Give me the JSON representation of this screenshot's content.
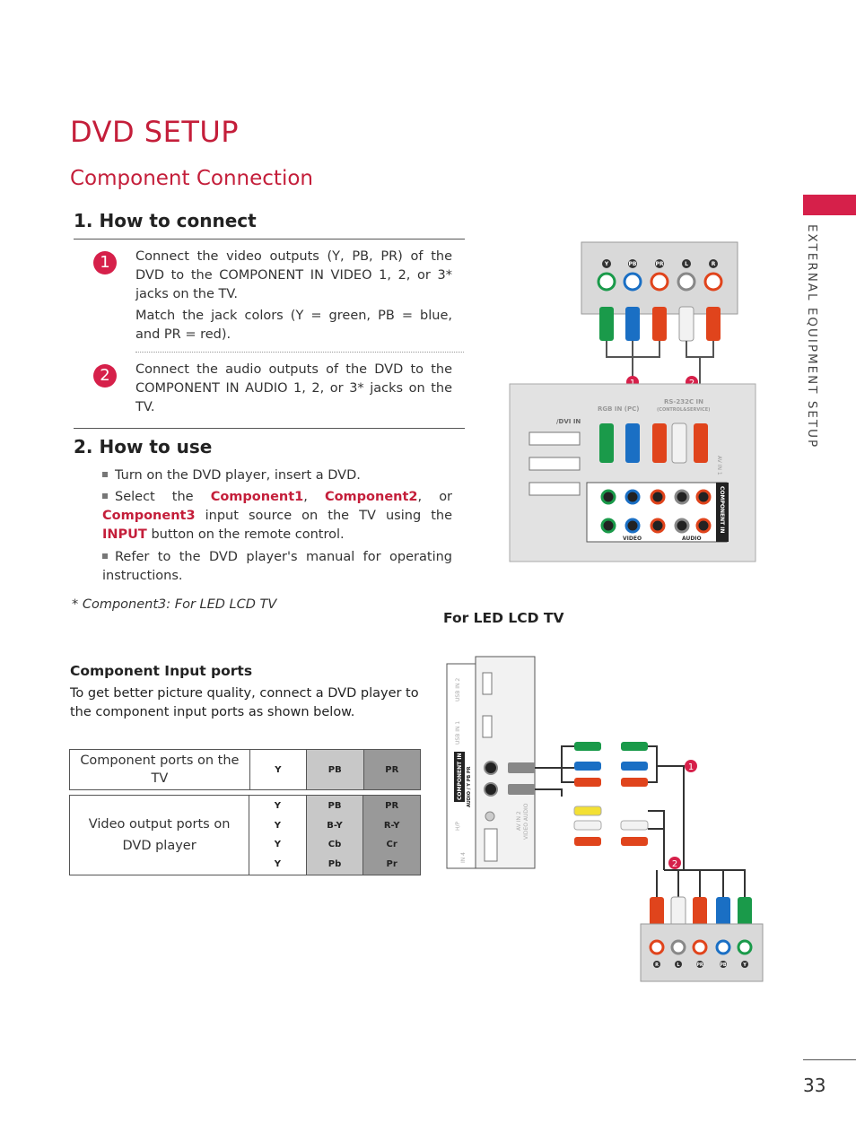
{
  "page_title": "DVD SETUP",
  "section_title": "Component Connection",
  "how_to_connect": {
    "heading": "1. How to connect",
    "step1_num": "1",
    "step1_text": "Connect the video outputs (Y, PB, PR) of the DVD to the COMPONENT IN VIDEO 1, 2, or 3* jacks on the TV.",
    "step1_note": "Match the jack colors (Y = green, PB = blue, and PR = red).",
    "step2_num": "2",
    "step2_text": "Connect the audio outputs of the DVD to the COMPONENT IN AUDIO 1, 2, or 3* jacks on the TV."
  },
  "how_to_use": {
    "heading": "2. How to use",
    "bullet1": "Turn on the DVD player, insert a DVD.",
    "bullet2_a": "Select the",
    "bullet2_c1": "Component1",
    "bullet2_c2": "Component2",
    "bullet2_or": "or",
    "bullet2_c3": "Component3",
    "bullet2_b": "input source on the TV using the",
    "bullet2_input": "INPUT",
    "bullet2_c": "button on the remote control.",
    "bullet3": "Refer to the DVD player's manual for operating instructions."
  },
  "footnote": "* Component3: For LED LCD TV",
  "for_led_label": "For LED LCD TV",
  "component_ports": {
    "heading": "Component Input ports",
    "desc": "To get better picture quality, connect a DVD player to the component input ports as shown below.",
    "tv_label": "Component ports on the TV",
    "tv_cols": [
      "Y",
      "PB",
      "PR"
    ],
    "dvd_label": "Video output ports on DVD player",
    "dvd_rows": [
      [
        "Y",
        "PB",
        "PR"
      ],
      [
        "Y",
        "B-Y",
        "R-Y"
      ],
      [
        "Y",
        "Cb",
        "Cr"
      ],
      [
        "Y",
        "Pb",
        "Pr"
      ]
    ]
  },
  "side_tab": "EXTERNAL EQUIPMENT SETUP",
  "page_number": "33",
  "diagram1": {
    "dvd_jacks": [
      "Y",
      "PB",
      "PR",
      "L",
      "R"
    ],
    "tv_labels": [
      "RGB IN (PC)",
      "RS-232C IN",
      "(CONTROL&SERVICE)",
      "/DVI IN",
      "COMPONENT IN",
      "VIDEO",
      "AUDIO",
      "AV IN 1"
    ],
    "callouts": [
      "1",
      "2"
    ]
  },
  "diagram2": {
    "side_labels": [
      "USB IN 2",
      "USB IN 1",
      "COMPONENT IN",
      "AUDIO / Y PB PR",
      "H/P",
      "IN 4",
      "AV IN 2",
      "VIDEO AUDIO"
    ],
    "dvd_jacks": [
      "R",
      "L",
      "PR",
      "PB",
      "Y"
    ],
    "callouts": [
      "1",
      "2"
    ]
  },
  "colors": {
    "accent": "#c41e3a",
    "green": "#1a9a4a",
    "blue": "#1a6fc4",
    "red": "#e0441c",
    "white": "#f2f2f2",
    "yellow": "#f3e034"
  }
}
